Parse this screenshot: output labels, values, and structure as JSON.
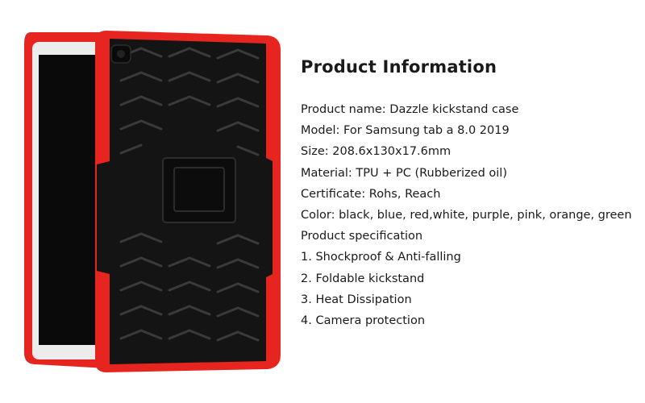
{
  "image": {
    "case_color": "#e62420",
    "tread_color": "#141414",
    "screen_color": "#050505",
    "bezel_color": "#ececec"
  },
  "info": {
    "title": "Product Information",
    "lines": [
      "Product name: Dazzle kickstand case",
      "Model: For Samsung tab a 8.0 2019",
      "Size: 208.6x130x17.6mm",
      "Material: TPU + PC (Rubberized oil)",
      "Certificate: Rohs, Reach",
      "Color: black, blue, red,white, purple, pink, orange, green",
      "Product specification",
      "1. Shockproof & Anti-falling",
      "2. Foldable kickstand",
      "3. Heat Dissipation",
      "4. Camera protection"
    ]
  }
}
